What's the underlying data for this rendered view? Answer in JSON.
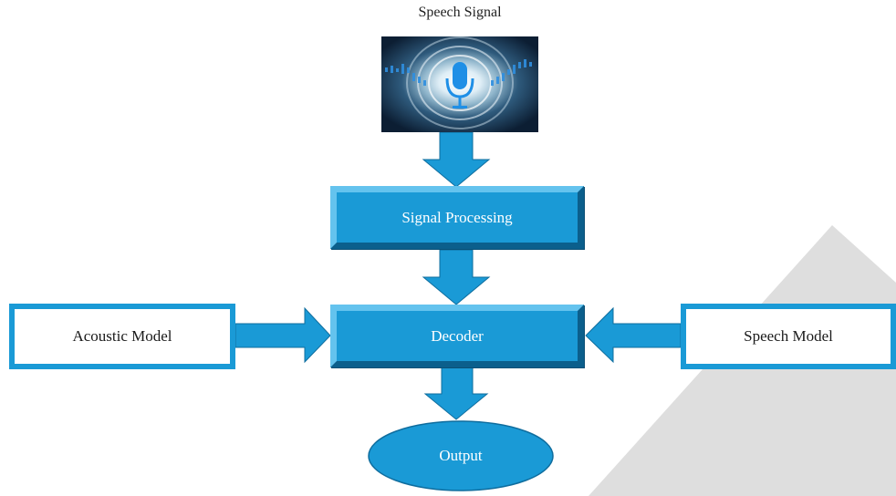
{
  "diagram": {
    "input_label": "Speech Signal",
    "processing_label": "Signal Processing",
    "decoder_label": "Decoder",
    "acoustic_label": "Acoustic Model",
    "speech_model_label": "Speech Model",
    "output_label": "Output",
    "image_icon": "microphone-sound-wave-icon"
  },
  "colors": {
    "box_fill": "#1a9ad6",
    "arrow_fill": "#1a9ad6",
    "watermark": "#dedede"
  }
}
